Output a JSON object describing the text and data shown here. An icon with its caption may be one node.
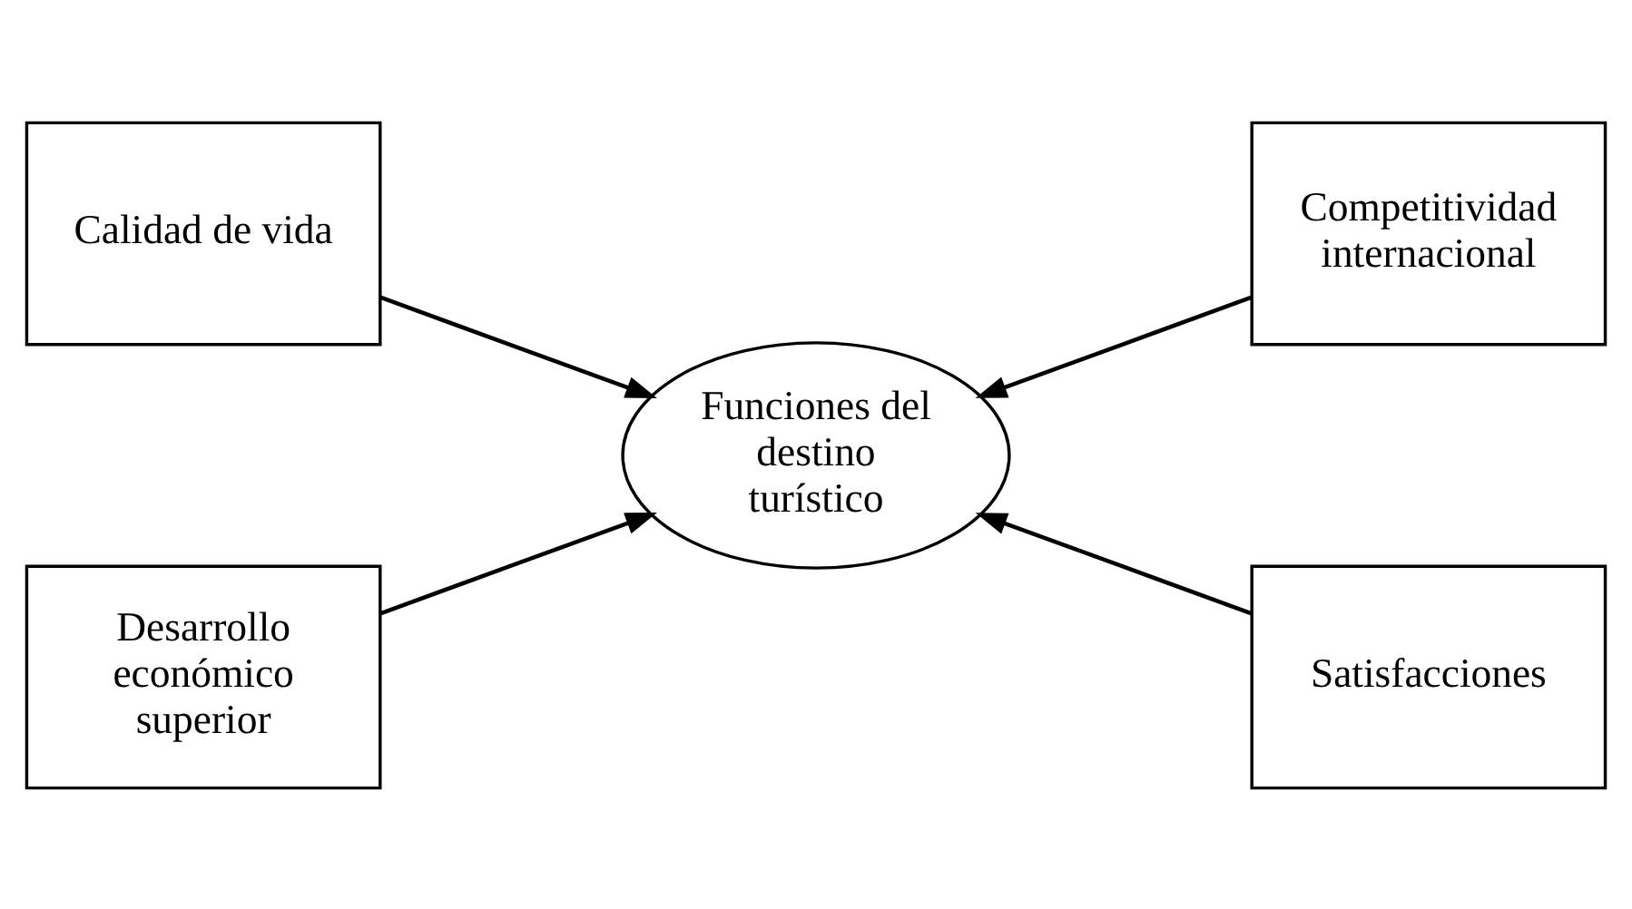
{
  "diagram": {
    "nodes": [
      {
        "text": [
          "Calidad de vida"
        ]
      },
      {
        "text": [
          "Competitividad internacional"
        ]
      },
      {
        "text": [
          "Funciones del destino turístico"
        ]
      },
      {
        "text": [
          "Desarrollo económico superior"
        ]
      },
      {
        "text": [
          "Satisfacciones"
        ]
      }
    ],
    "edges": [
      {
        "from": 0,
        "to": 2,
        "arrow": "to"
      },
      {
        "from": 1,
        "to": 2,
        "arrow": "to"
      },
      {
        "from": 3,
        "to": 2,
        "arrow": "to"
      },
      {
        "from": 4,
        "to": 2,
        "arrow": "to"
      }
    ]
  }
}
